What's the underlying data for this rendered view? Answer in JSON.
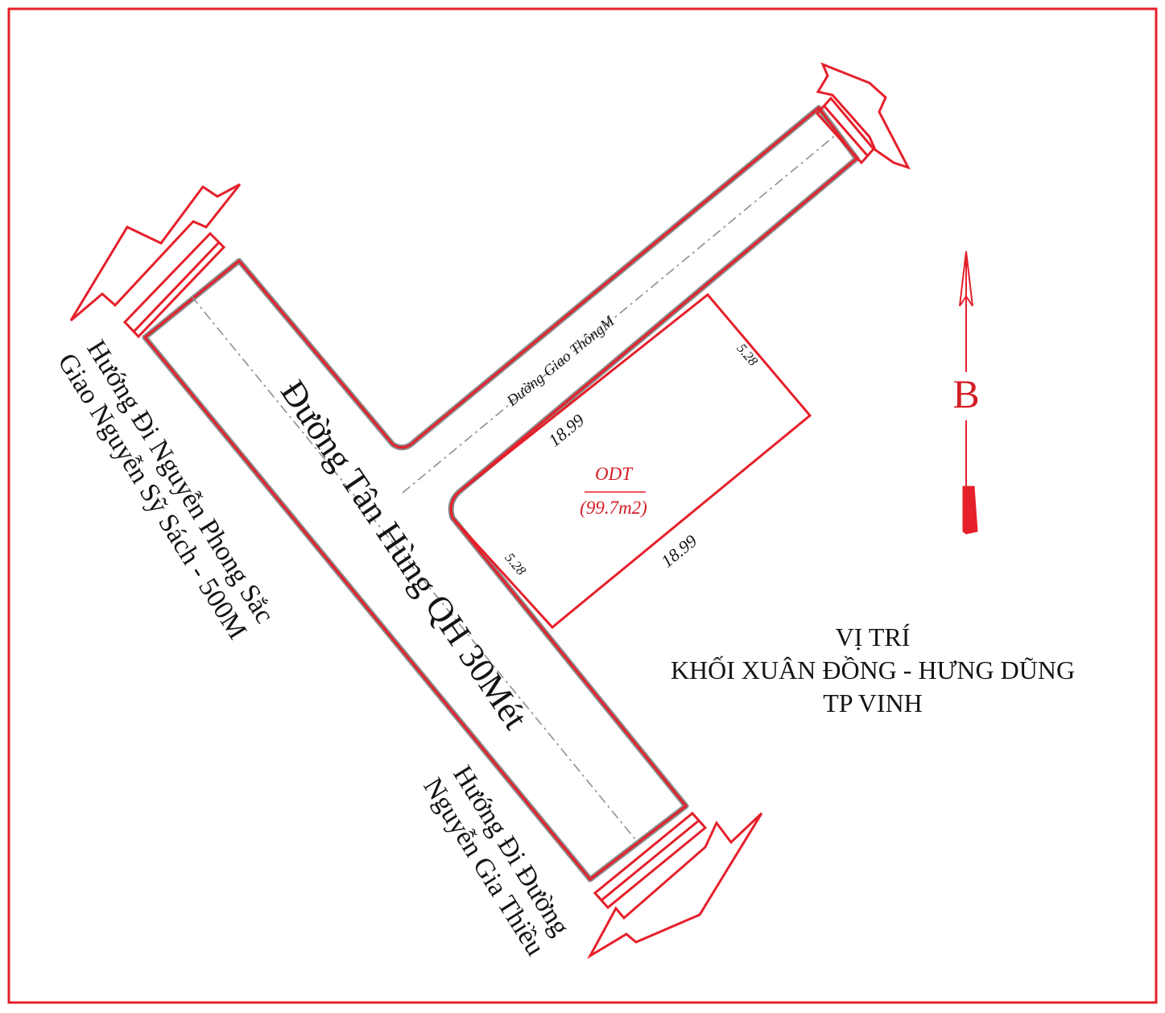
{
  "roads": {
    "main_road_label": "Đường Tân Hùng QH 30Mét",
    "side_road_label": "Đường Giao ThôngM"
  },
  "directions": {
    "northwest_line1": "Hướng Đi Nguyễn Phong Sắc",
    "northwest_line2": "Giao Nguyễn Sỹ Sách - 500M",
    "southeast_line1": "Hướng Đi Đường",
    "southeast_line2": "Nguyễn Gia Thiều"
  },
  "parcel": {
    "land_type": "ODT",
    "area": "(99.7m2)",
    "edge_top_length": "18.99",
    "edge_bottom_length": "18.99",
    "edge_left_length": "5.28",
    "edge_right_length": "5.28"
  },
  "north_arrow": {
    "label": "B"
  },
  "location": {
    "line1": "VỊ TRÍ",
    "line2": "KHỐI XUÂN ĐỒNG - HƯNG DŨNG",
    "line3": "TP VINH"
  },
  "colors": {
    "accent_red": "#e5202b",
    "road_edge_gray": "#8a8a8a",
    "text_black": "#141414"
  }
}
